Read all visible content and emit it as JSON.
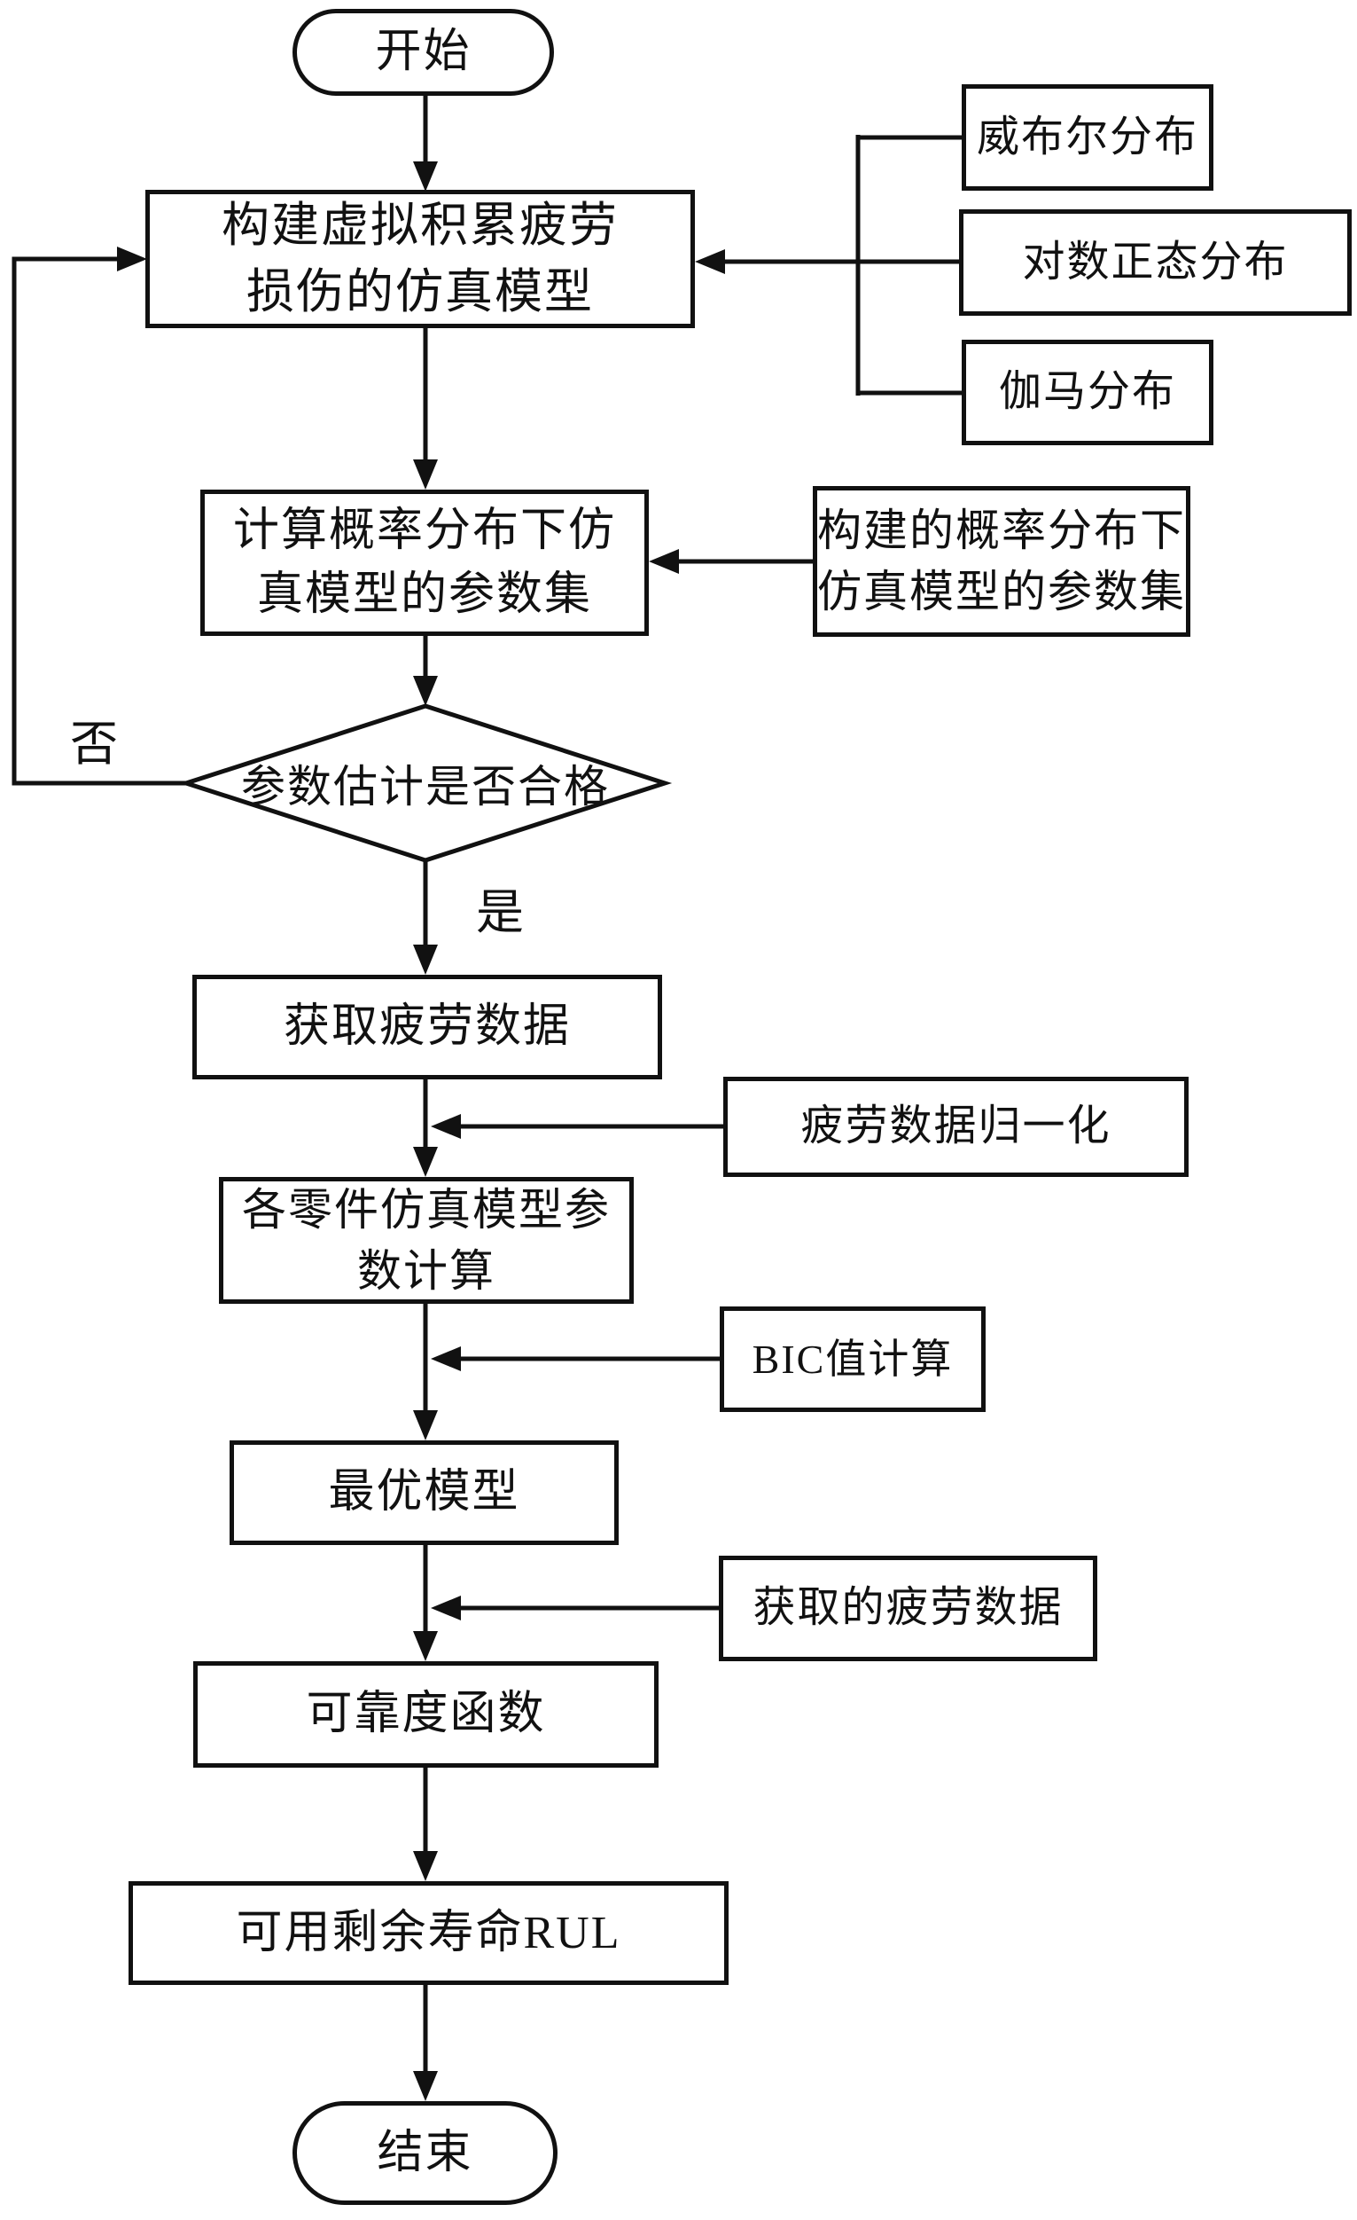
{
  "diagram_type": "flowchart",
  "colors": {
    "ink": "#111111",
    "background": "#ffffff"
  },
  "nodes": {
    "start": {
      "label": "开始"
    },
    "build_model": {
      "line1": "构建虚拟积累疲劳",
      "line2": "损伤的仿真模型"
    },
    "weibull": {
      "label": "威布尔分布"
    },
    "lognormal": {
      "label": "对数正态分布"
    },
    "gamma": {
      "label": "伽马分布"
    },
    "calc_params": {
      "line1": "计算概率分布下仿",
      "line2": "真模型的参数集"
    },
    "constructed_params": {
      "line1": "构建的概率分布下",
      "line2": "仿真模型的参数集"
    },
    "decision": {
      "label": "参数估计是否合格"
    },
    "get_fatigue": {
      "label": "获取疲劳数据"
    },
    "normalize": {
      "label": "疲劳数据归一化"
    },
    "parts_calc": {
      "line1": "各零件仿真模型参",
      "line2": "数计算"
    },
    "bic": {
      "label": "BIC值计算"
    },
    "optimal": {
      "label": "最优模型"
    },
    "fatigue_acquired": {
      "label": "获取的疲劳数据"
    },
    "reliability": {
      "label": "可靠度函数"
    },
    "rul": {
      "label": "可用剩余寿命RUL"
    },
    "end": {
      "label": "结束"
    }
  },
  "edge_labels": {
    "no": "否",
    "yes": "是"
  }
}
